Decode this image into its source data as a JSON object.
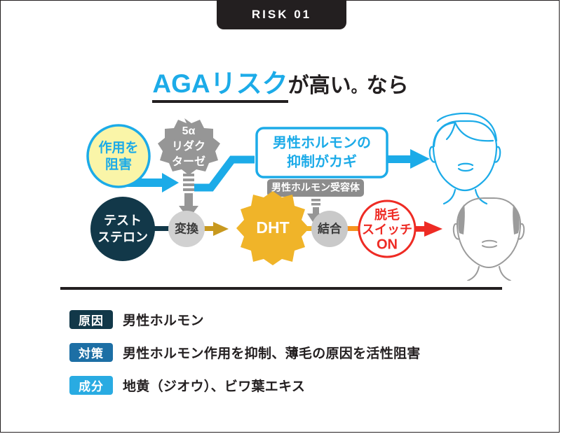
{
  "badge": {
    "label": "RISK 01"
  },
  "title": {
    "accent": "AGAリスク",
    "rest": "が高い",
    "dot": "。",
    "tail": "なら"
  },
  "diagram": {
    "block_circle": "作用を\n阻害",
    "block_circle_line1": "作用を",
    "block_circle_line2": "阻害",
    "enzyme_line1": "5α",
    "enzyme_line2": "リダク",
    "enzyme_line3": "ターゼ",
    "key_box_line1": "男性ホルモンの",
    "key_box_line2": "抑制がカギ",
    "receptor_label": "男性ホルモン受容体",
    "testosterone_line1": "テスト",
    "testosterone_line2": "ステロン",
    "convert": "変換",
    "dht": "DHT",
    "bind": "結合",
    "switch_line1": "脱毛",
    "switch_line2": "スイッチ",
    "switch_line3": "ON",
    "healthy_face": "healthy-face-illustration",
    "balding_face": "balding-face-illustration"
  },
  "facts": [
    {
      "badge": "原因",
      "badge_color": "#123849",
      "text": "男性ホルモン"
    },
    {
      "badge": "対策",
      "badge_color": "#1d6fa5",
      "text": "男性ホルモン作用を抑制、薄毛の原因を活性阻害"
    },
    {
      "badge": "成分",
      "badge_color": "#29abe2",
      "text": "地黄（ジオウ）、ビワ葉エキス"
    }
  ],
  "colors": {
    "cyan": "#1cabe8",
    "dark": "#231f20",
    "navy": "#123849",
    "gold": "#f0b429",
    "red": "#ee2b24",
    "orange": "#f5941f",
    "gray": "#969696",
    "light_gray": "#d1d1d1",
    "yellow": "#faf5a8"
  }
}
